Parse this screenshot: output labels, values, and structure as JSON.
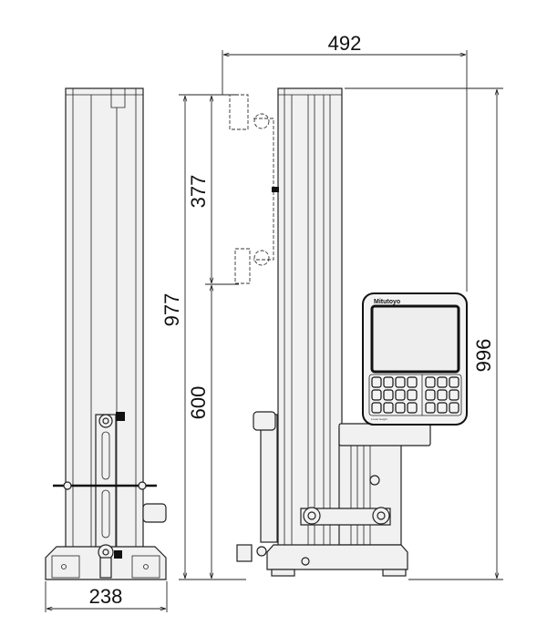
{
  "drawing": {
    "dimensions": {
      "overall_depth": "492",
      "overall_height": "996",
      "measuring_range": "977",
      "upper_range": "377",
      "lower_range": "600",
      "base_width": "238"
    },
    "display_unit": {
      "brand": "Mitutoyo",
      "model_label": "Linear Height"
    }
  }
}
